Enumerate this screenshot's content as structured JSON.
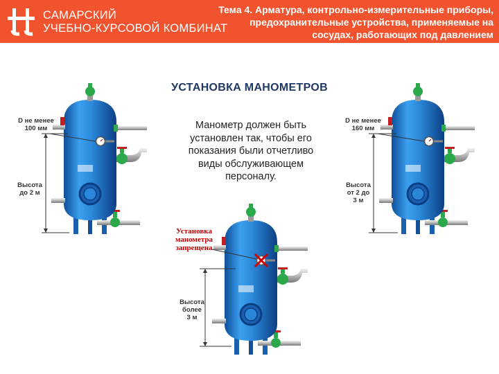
{
  "header": {
    "logo_line1": "САМАРСКИЙ",
    "logo_line2": "УЧЕБНО-КУРСОВОЙ КОМБИНАТ",
    "topic": "Тема 4. Арматура, контрольно-измерительные приборы, предохранительные устройства, применяемые на сосудах, работающих под давлением"
  },
  "slide": {
    "title": "УСТАНОВКА МАНОМЕТРОВ",
    "note": "Манометр должен быть установлен так, чтобы его показания были отчетливо виды обслуживающем персоналу."
  },
  "vessels": {
    "left": {
      "diameter_line1": "D не менее",
      "diameter_line2": "100 мм",
      "height_line1": "Высота",
      "height_line2": "до 2 м"
    },
    "right": {
      "diameter_line1": "D не менее",
      "diameter_line2": "160 мм",
      "height_line1": "Высота",
      "height_line2": "от 2 до",
      "height_line3": "3 м"
    },
    "center": {
      "warn_line1": "Установка",
      "warn_line2": "манометра",
      "warn_line3": "запрещена",
      "height_line1": "Высота",
      "height_line2": "более",
      "height_line3": "3 м"
    }
  },
  "colors": {
    "brand": "#f0532d",
    "vessel": "#2a8fe0",
    "valve": "#2aa84a",
    "warning": "#c00000"
  },
  "icons": {
    "logo": "t-plus-logo-icon",
    "forbidden": "red-cross-icon"
  }
}
